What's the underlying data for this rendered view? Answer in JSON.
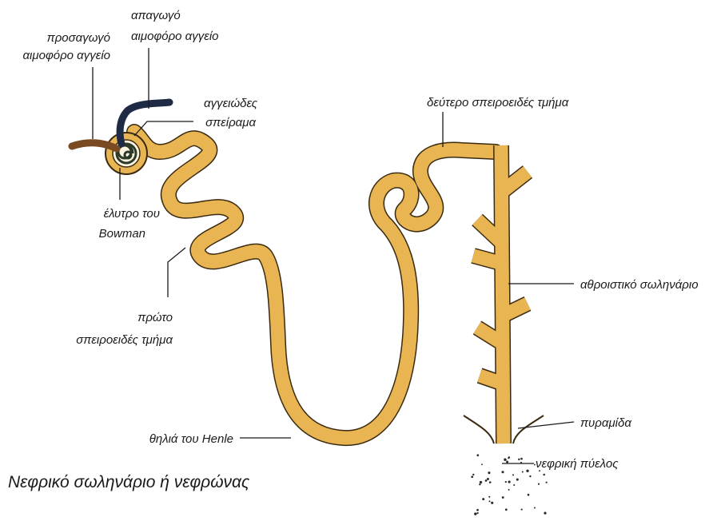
{
  "title": "Νεφρικό σωληνάριο ή νεφρώνας",
  "labels": {
    "afferent_1": "προσαγωγό",
    "afferent_2": "αιμοφόρο αγγείο",
    "efferent_1": "απαγωγό",
    "efferent_2": "αιμοφόρο αγγείο",
    "glomerulus_1": "αγγειώδες",
    "glomerulus_2": "σπείραμα",
    "bowman_1": "έλυτρο του",
    "bowman_2": "Bowman",
    "proximal_1": "πρώτο",
    "proximal_2": "σπειροειδές τμήμα",
    "distal": "δεύτερο σπειροειδές τμήμα",
    "collecting_duct": "αθροιστικό σωληνάριο",
    "henle": "θηλιά του Henle",
    "pyramid": "πυραμίδα",
    "renal_pelvis": "νεφρική πύελος"
  },
  "colors": {
    "tubule_fill": "#e8b552",
    "tubule_outline": "#3a2a10",
    "afferent_vessel": "#7a4a22",
    "efferent_vessel": "#1f2b44",
    "glomerulus": "#2d3a2a"
  }
}
